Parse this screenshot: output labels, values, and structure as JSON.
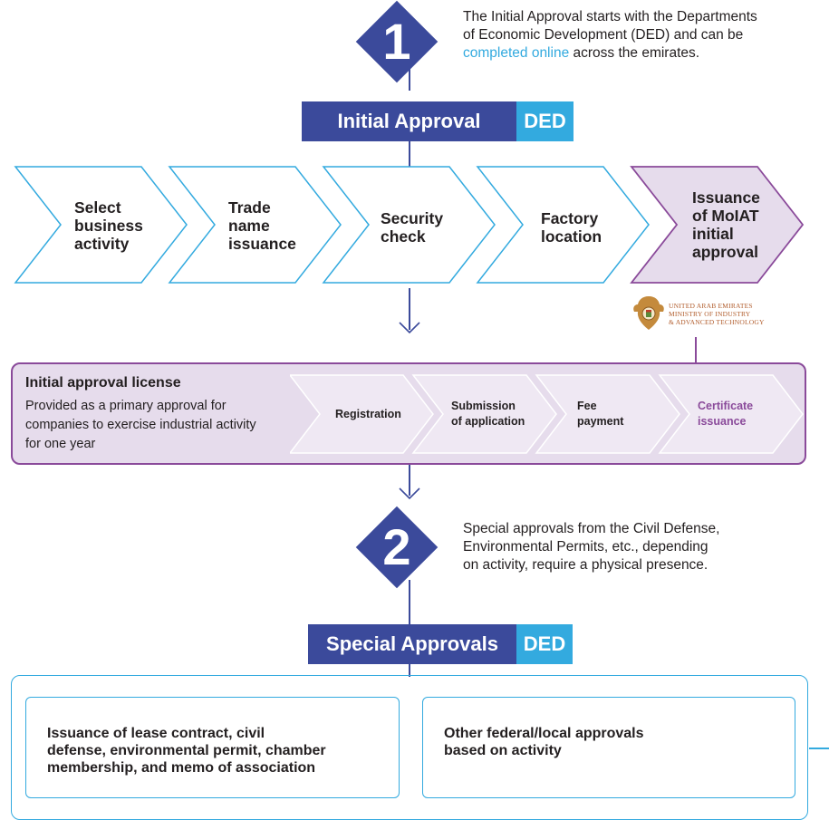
{
  "step1": {
    "number": "1",
    "description_before": "The Initial Approval starts with the Departments of Economic Development (DED) and can be ",
    "description_link": "completed online",
    "description_after": " across the emirates.",
    "line1": "The Initial Approval starts with the Departments",
    "line2": "of Economic Development (DED) and can be",
    "line3_link": "completed online",
    "line3_rest": " across the emirates."
  },
  "banner1": {
    "title": "Initial Approval",
    "tag": "DED"
  },
  "chevrons": [
    {
      "lines": [
        "Select",
        "business",
        "activity"
      ]
    },
    {
      "lines": [
        "Trade",
        "name",
        "issuance"
      ]
    },
    {
      "lines": [
        "Security",
        "check"
      ]
    },
    {
      "lines": [
        "Factory",
        "location"
      ]
    },
    {
      "lines": [
        "Issuance",
        "of MoIAT",
        "initial",
        "approval"
      ]
    }
  ],
  "logo": {
    "lines": [
      "UNITED ARAB EMIRATES",
      "MINISTRY OF INDUSTRY",
      "& ADVANCED TECHNOLOGY"
    ]
  },
  "license": {
    "title": "Initial approval license",
    "description": "Provided as a primary approval for companies to exercise industrial activity for one year",
    "steps": [
      {
        "lines": [
          "Registration"
        ]
      },
      {
        "lines": [
          "Submission",
          "of application"
        ]
      },
      {
        "lines": [
          "Fee",
          "payment"
        ]
      },
      {
        "lines": [
          "Certificate",
          "issuance"
        ]
      }
    ]
  },
  "step2": {
    "number": "2",
    "line1": "Special approvals from the Civil Defense,",
    "line2": "Environmental Permits, etc., depending",
    "line3": "on activity, require a physical presence."
  },
  "banner2": {
    "title": "Special Approvals",
    "tag": "DED"
  },
  "special": {
    "left_lines": [
      "Issuance of lease contract, civil",
      "defense, environmental permit, chamber",
      "membership, and memo of association"
    ],
    "right_lines": [
      "Other federal/local approvals",
      "based on activity"
    ]
  },
  "colors": {
    "navy": "#3b4a9b",
    "sky": "#33aadf",
    "purple": "#8a4a9a",
    "lavender": "#e6dcec"
  }
}
